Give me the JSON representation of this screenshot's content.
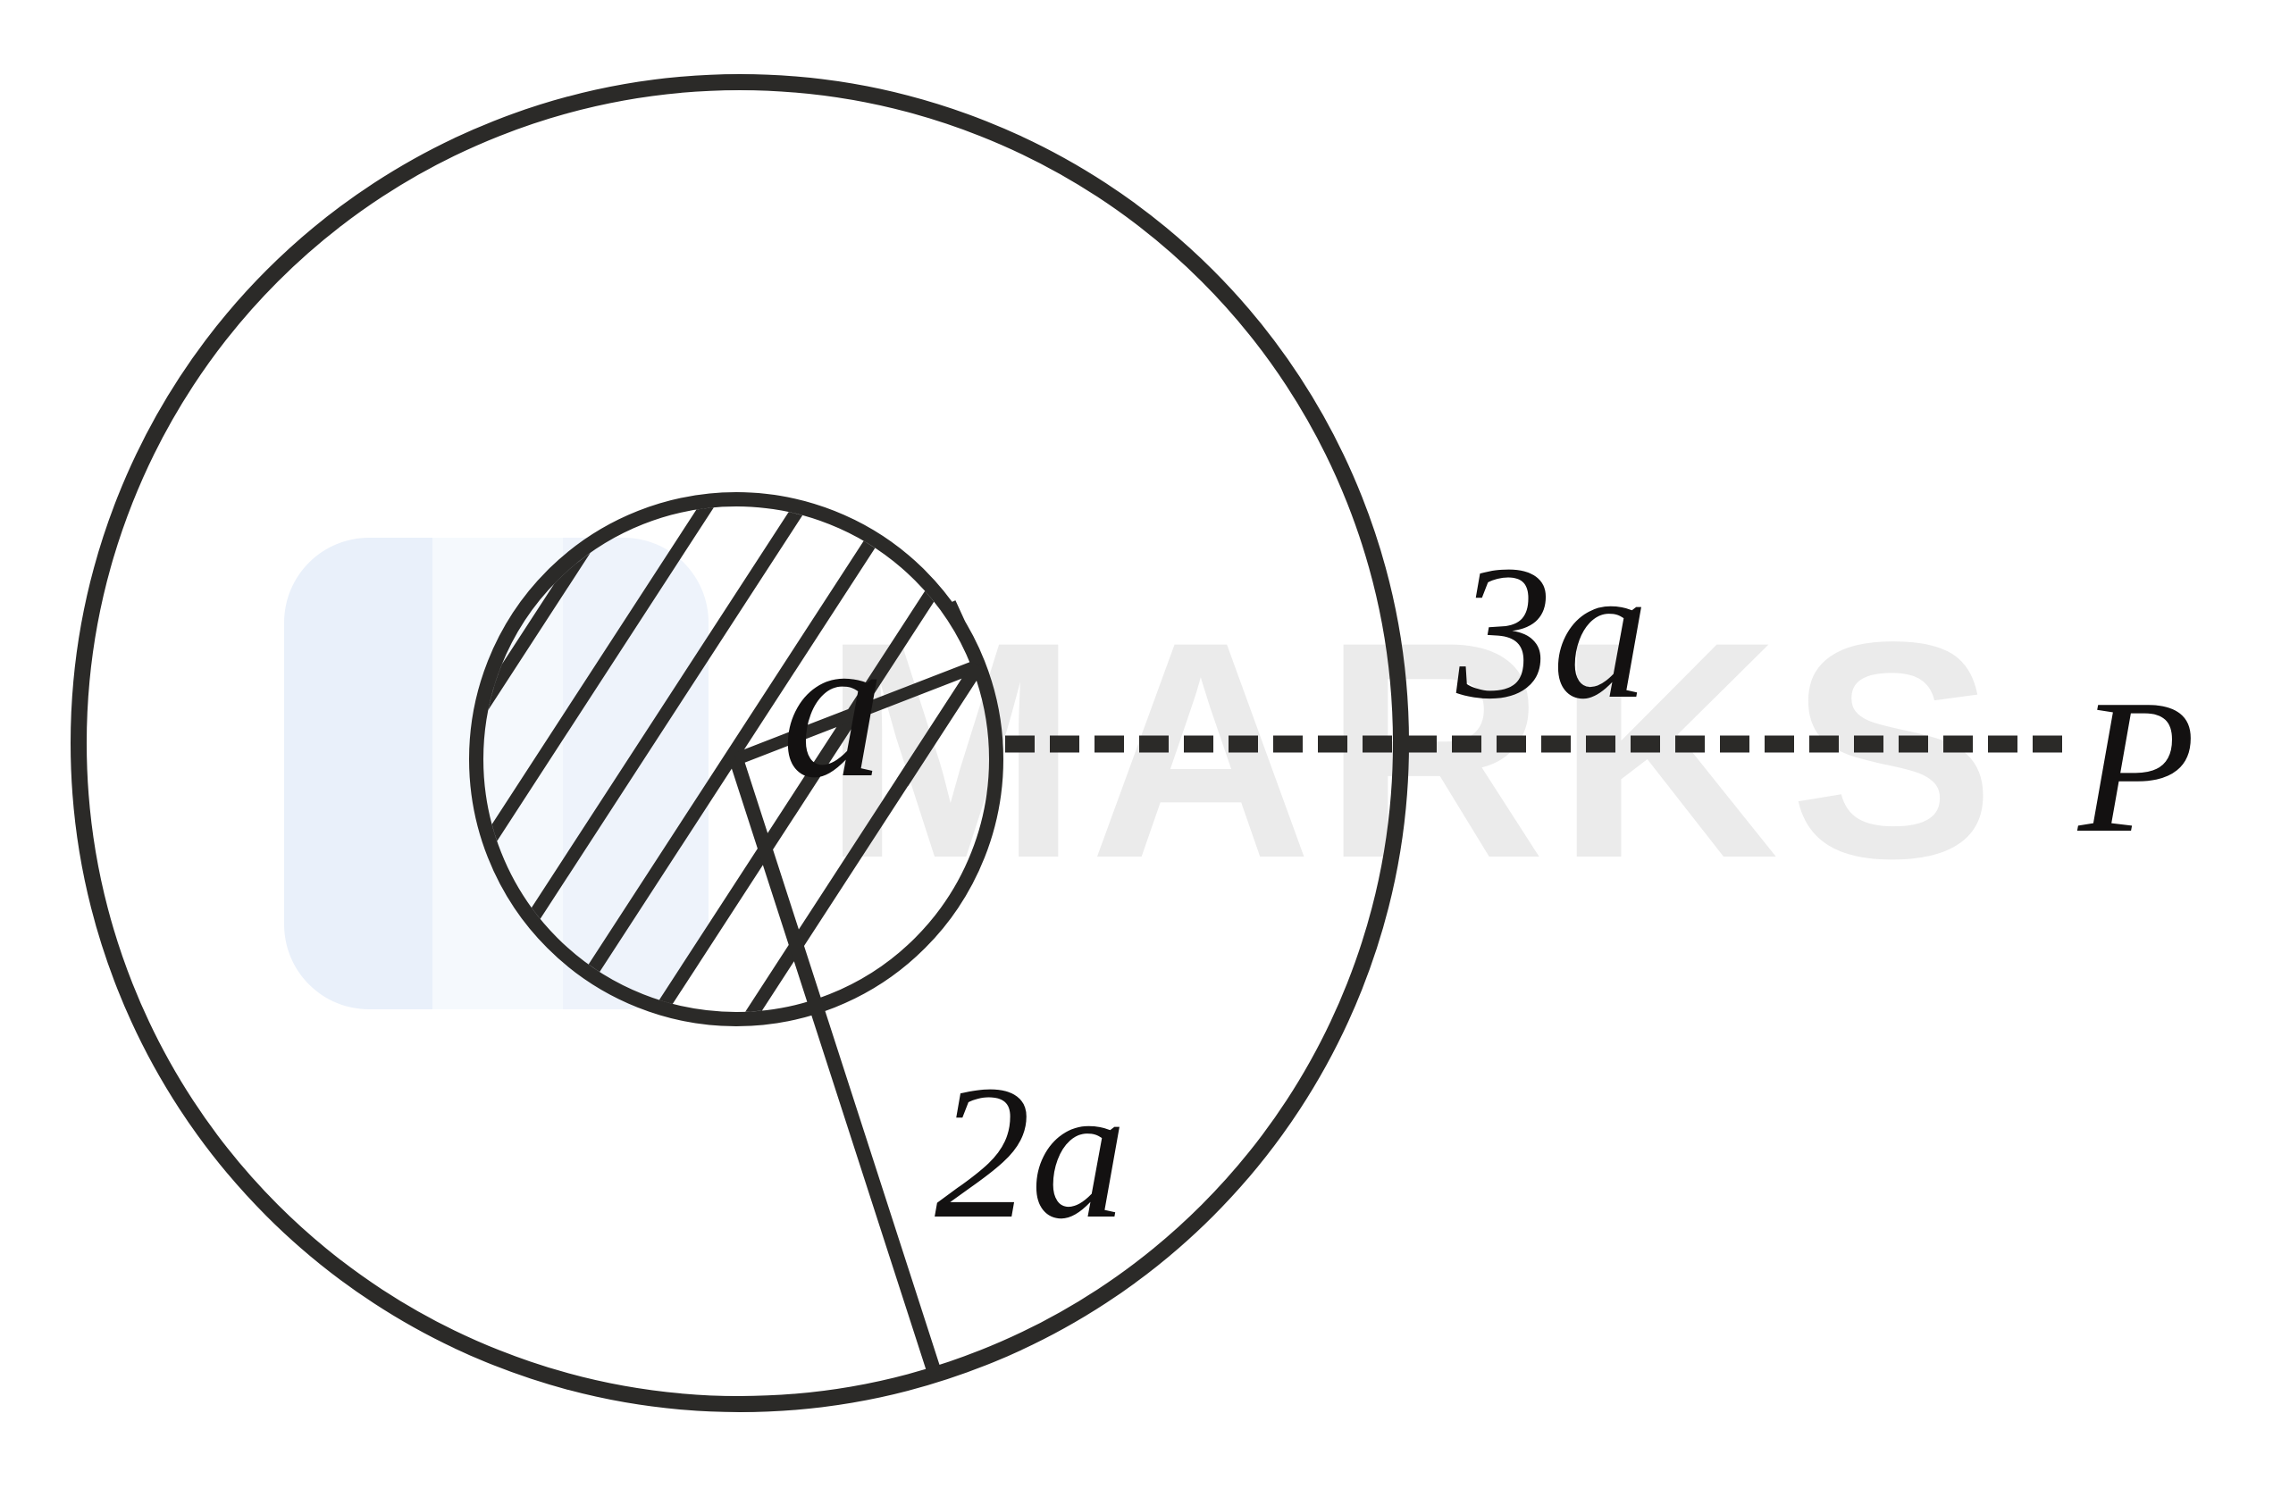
{
  "diagram": {
    "description": "Solid sphere of radius 2a with an off-center hatched spherical cavity of radius a; external point P at distance 3a from the cavity edge along the horizontal axis",
    "labels": {
      "inner_radius": "a",
      "outer_radius": "2a",
      "distance_to_point": "3a",
      "field_point": "P"
    }
  },
  "watermark": {
    "text": "MARKS"
  },
  "colors": {
    "background": "#ffffff",
    "ink": "#2b2a28",
    "label_text": "#131111",
    "watermark_text": "#ebebeb",
    "watermark_icon": "#e9f0fa",
    "watermark_icon_light": "#f5f9fd",
    "watermark_icon_mid": "#eef3fb"
  }
}
